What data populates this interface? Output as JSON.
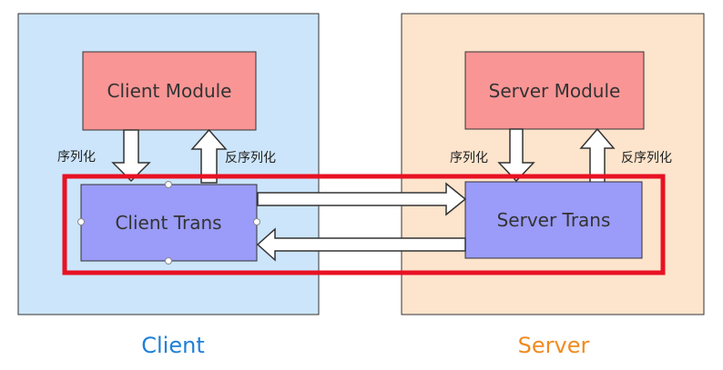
{
  "client": {
    "caption": "Client",
    "module_label": "Client Module",
    "trans_label": "Client Trans",
    "serialize_label": "序列化",
    "deserialize_label": "反序列化"
  },
  "server": {
    "caption": "Server",
    "module_label": "Server Module",
    "trans_label": "Server Trans",
    "serialize_label": "序列化",
    "deserialize_label": "反序列化"
  },
  "colors": {
    "client_panel": "#cce5fb",
    "server_panel": "#fde4cc",
    "module_fill": "#f99595",
    "trans_fill": "#9b9bf9",
    "highlight_border": "#e81123",
    "client_caption": "#1e7fd8",
    "server_caption": "#f08a20"
  }
}
